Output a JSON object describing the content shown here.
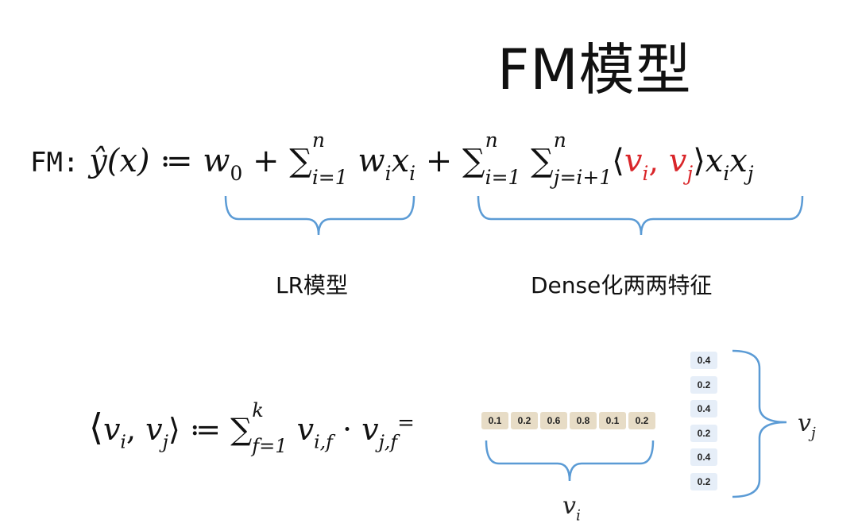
{
  "title": "FM模型",
  "formula_fm": {
    "label": "FM:",
    "yhat": "ŷ(x) ≔ ",
    "w0": "w",
    "w0_sub": "0",
    "plus1": " + ",
    "sum": "∑",
    "sum1_sup": "n",
    "sum1_sub": "i=1",
    "wixi": " w",
    "wi_sub": "i",
    "xi": "x",
    "xi_sub": "i",
    "plus2": " + ",
    "sum2_sup": "n",
    "sum2_sub": "i=1",
    "sum3_sup": "n",
    "sum3_sub": "j=i+1",
    "langle": "⟨",
    "v": "v",
    "vi_sub": "i",
    "comma": ", ",
    "vj_sub": "j",
    "rangle": "⟩",
    "xi2_sub": "i",
    "xj_sub": "j"
  },
  "brace_labels": {
    "lr": "LR模型",
    "dense": "Dense化两两特征"
  },
  "formula_inner": {
    "langle": "⟨",
    "v": "v",
    "vi_sub": "i",
    "comma": ", ",
    "vj_sub": "j",
    "rangle": "⟩ ≔ ",
    "sum": "∑",
    "sum_sup": "k",
    "sum_sub": "f=1",
    "vif_sub": "i,f",
    "dot": " · ",
    "vjf_sub": "j,f",
    "eq": "="
  },
  "vector_vi": {
    "values": [
      "0.1",
      "0.2",
      "0.6",
      "0.8",
      "0.1",
      "0.2"
    ],
    "label": "v",
    "label_sub": "i"
  },
  "vector_vj": {
    "values": [
      "0.4",
      "0.2",
      "0.4",
      "0.2",
      "0.4",
      "0.2"
    ],
    "label": "v",
    "label_sub": "j"
  },
  "colors": {
    "brace": "#5b9bd5",
    "highlight": "#d9262a",
    "row_cell": "#e7dcc6",
    "col_cell": "#e6eef8"
  }
}
